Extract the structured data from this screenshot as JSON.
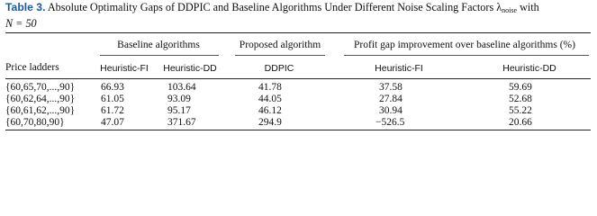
{
  "caption": {
    "label": "Table 3.",
    "text": "Absolute Optimality Gaps of DDPIC and Baseline Algorithms Under Different Noise Scaling Factors λ",
    "sub": "noise",
    "text_tail": " with",
    "line2": "N = 50"
  },
  "table": {
    "group_headers": {
      "baseline": "Baseline algorithms",
      "proposed": "Proposed algorithm",
      "profit": "Profit gap improvement over baseline algorithms (%)"
    },
    "col_headers": {
      "ladders": "Price ladders",
      "hfi": "Heuristic-FI",
      "hdd": "Heuristic-DD",
      "ddpic": "DDPIC",
      "imp_fi": "Heuristic-FI",
      "imp_dd": "Heuristic-DD"
    },
    "rows": [
      {
        "ladder": "{60,65,70,...,90}",
        "hfi": "66.93",
        "hdd": "103.64",
        "ddpic": "41.78",
        "imp_fi": "37.58",
        "imp_dd": "59.69"
      },
      {
        "ladder": "{60,62,64,...,90}",
        "hfi": "61.05",
        "hdd": "93.09",
        "ddpic": "44.05",
        "imp_fi": "27.84",
        "imp_dd": "52.68"
      },
      {
        "ladder": "{60,61,62,...,90}",
        "hfi": "61.72",
        "hdd": "95.17",
        "ddpic": "46.12",
        "imp_fi": "30.94",
        "imp_dd": "55.22"
      },
      {
        "ladder": "{60,70,80,90}",
        "hfi": "47.07",
        "hdd": "371.67",
        "ddpic": "294.9",
        "imp_fi": "−526.5",
        "imp_dd": "20.66"
      }
    ]
  }
}
